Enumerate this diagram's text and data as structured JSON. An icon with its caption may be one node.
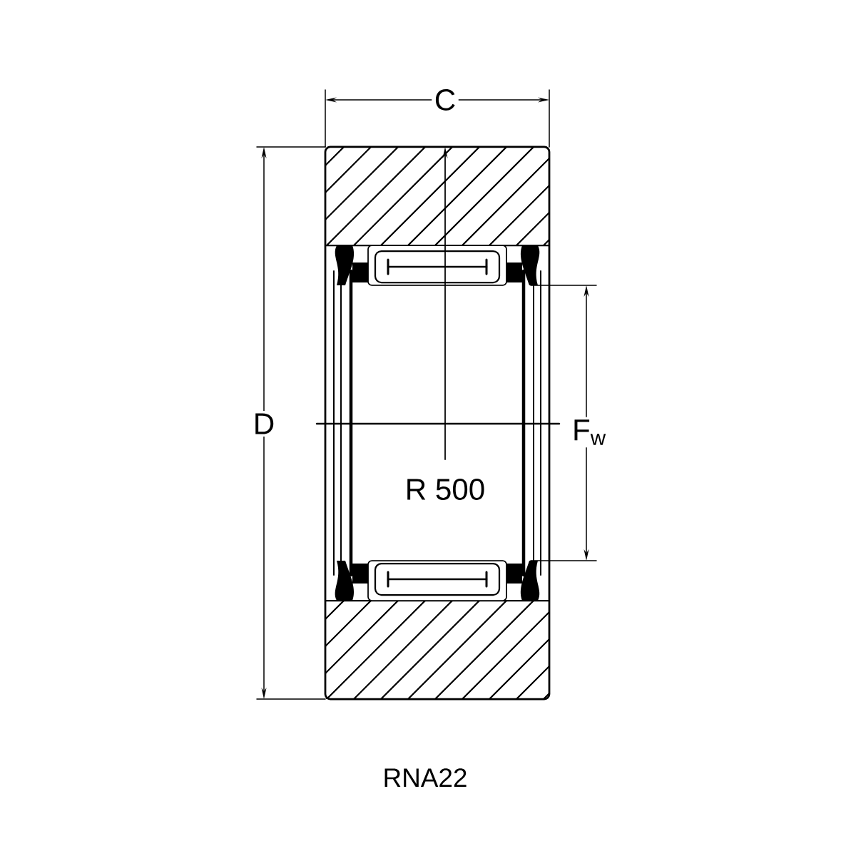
{
  "diagram": {
    "caption": "RNA22",
    "labels": [
      "C",
      "D",
      "F$_{w}$",
      "R 500"
    ]
  }
}
